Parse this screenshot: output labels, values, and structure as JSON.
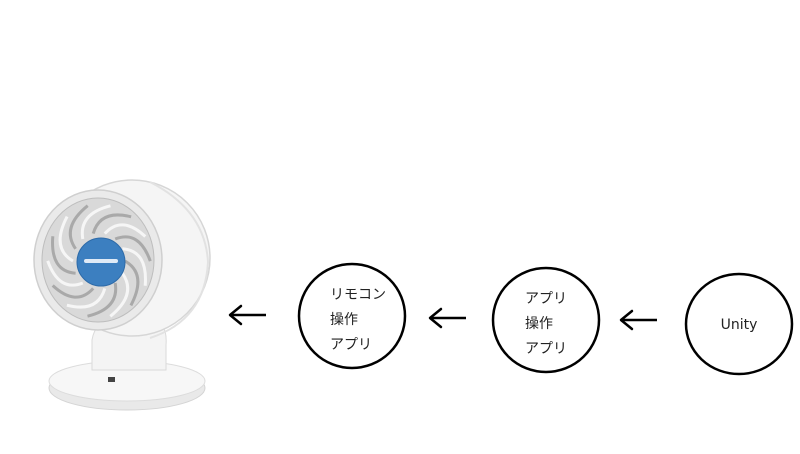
{
  "nodes": [
    {
      "id": "remote-app",
      "lines": [
        "リモコン",
        "操作",
        "アプリ"
      ]
    },
    {
      "id": "control-app",
      "lines": [
        "アプリ",
        "操作",
        "アプリ"
      ]
    },
    {
      "id": "unity",
      "lines": [
        "Unity"
      ]
    }
  ],
  "arrows": [
    {
      "from": "remote-app",
      "to": "fan"
    },
    {
      "from": "control-app",
      "to": "remote-app"
    },
    {
      "from": "unity",
      "to": "control-app"
    }
  ],
  "fan": {
    "logo_color": "#3c7fc0",
    "body_color": "#f2f2f2"
  }
}
